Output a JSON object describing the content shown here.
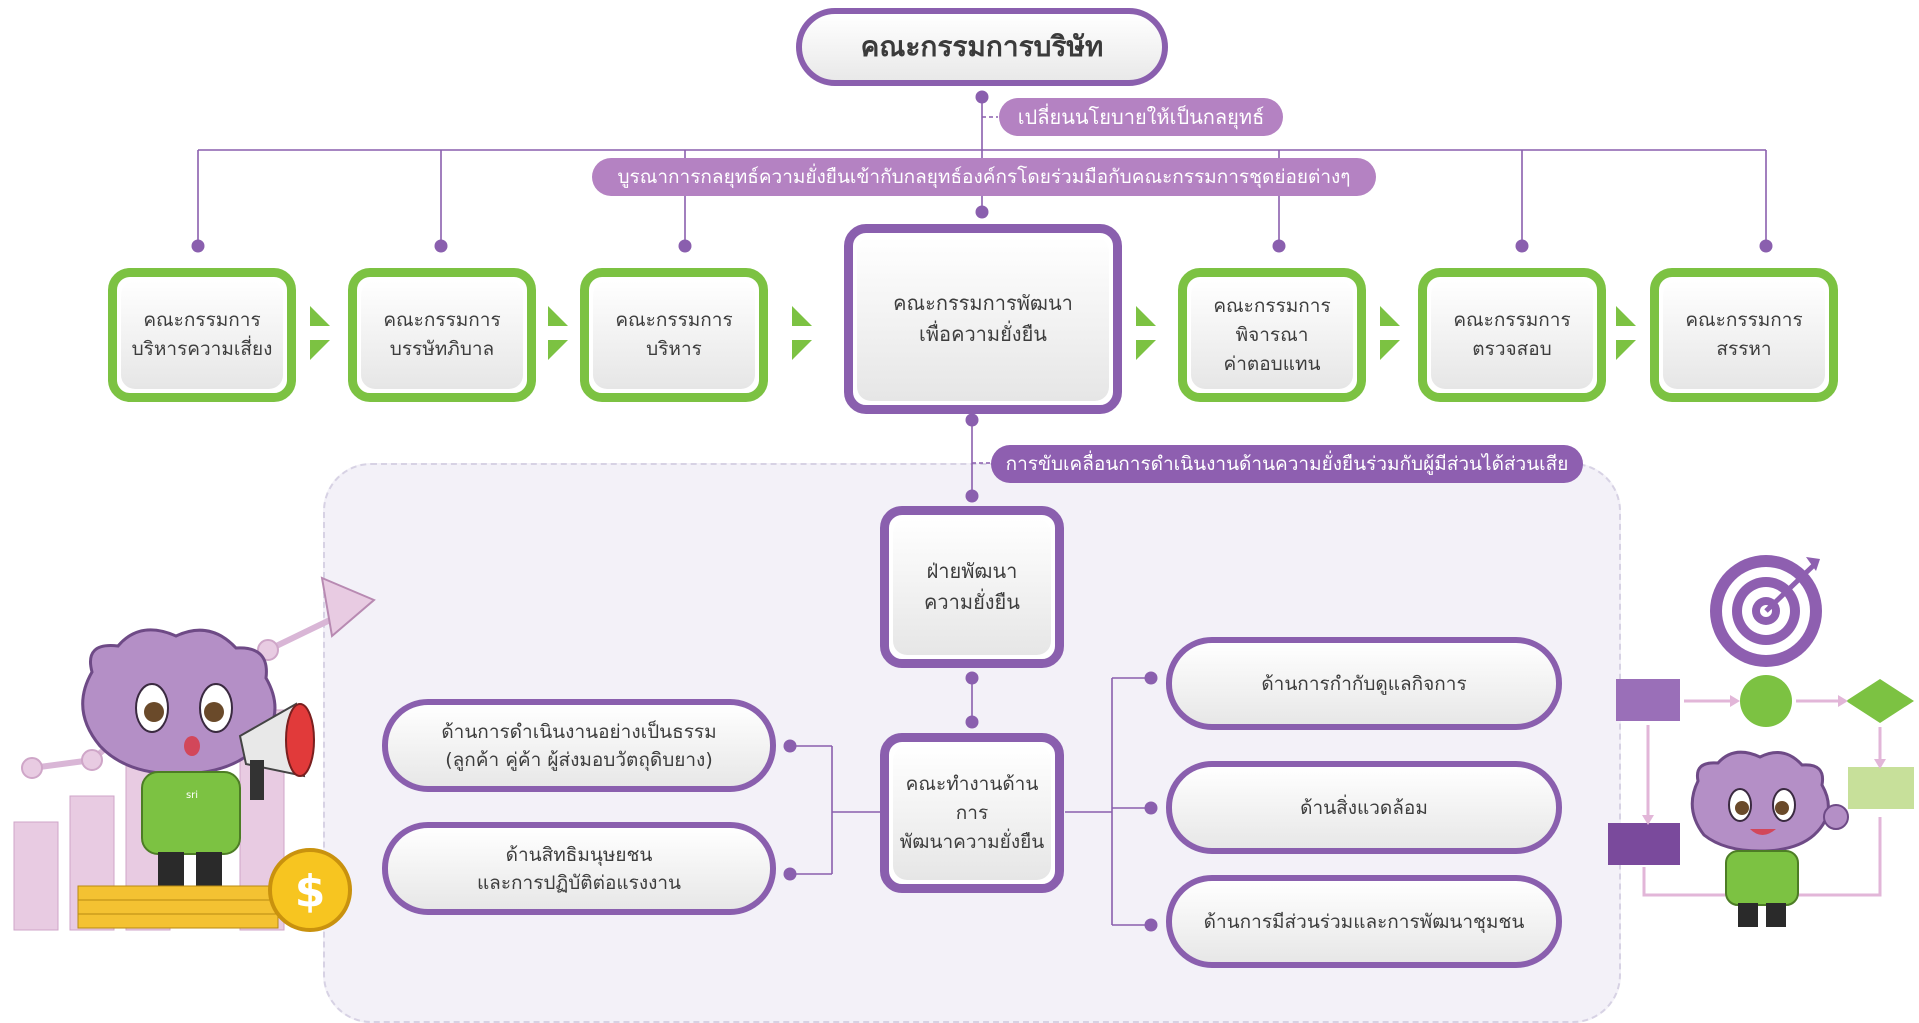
{
  "board": {
    "label": "คณะกรรมการบริษัท"
  },
  "policy_label": "เปลี่ยนนโยบายให้เป็นกลยุทธ์",
  "integration_label": "บูรณาการกลยุทธ์ความยั่งยืนเข้ากับกลยุทธ์องค์กรโดยร่วมมือกับคณะกรรมการชุดย่อยต่างๆ",
  "stakeholder_label": "การขับเคลื่อนการดำเนินงานด้านความยั่งยืนร่วมกับผู้มีส่วนได้ส่วนเสีย",
  "committees": {
    "risk": {
      "line1": "คณะกรรมการ",
      "line2": "บริหารความเสี่ยง"
    },
    "governance": {
      "line1": "คณะกรรมการ",
      "line2": "บรรษัทภิบาล"
    },
    "executive": {
      "line1": "คณะกรรมการ",
      "line2": "บริหาร"
    },
    "sustainability": {
      "line1": "คณะกรรมการพัฒนา",
      "line2": "เพื่อความยั่งยืน"
    },
    "remuneration": {
      "line1": "คณะกรรมการ",
      "line2": "พิจารณา",
      "line3": "ค่าตอบแทน"
    },
    "audit": {
      "line1": "คณะกรรมการ",
      "line2": "ตรวจสอบ"
    },
    "nomination": {
      "line1": "คณะกรรมการ",
      "line2": "สรรหา"
    }
  },
  "department": {
    "line1": "ฝ่ายพัฒนา",
    "line2": "ความยั่งยืน"
  },
  "working_group": {
    "line1": "คณะทำงานด้านการ",
    "line2": "พัฒนาความยั่งยืน"
  },
  "left_areas": {
    "fair_operation": {
      "line1": "ด้านการดำเนินงานอย่างเป็นธรรม",
      "line2": "(ลูกค้า คู่ค้า ผู้ส่งมอบวัตถุดิบยาง)"
    },
    "human_rights": {
      "line1": "ด้านสิทธิมนุษยชน",
      "line2": "และการปฏิบัติต่อแรงงาน"
    }
  },
  "right_areas": {
    "governance": "ด้านการกำกับดูแลกิจการ",
    "environment": "ด้านสิ่งแวดล้อม",
    "community": "ด้านการมีส่วนร่วมและการพัฒนาชุมชน"
  },
  "mascot_logo": "sri",
  "icons": {
    "left": "mascot-megaphone-growth-chart",
    "right": "mascot-target-flowchart",
    "coin_symbol": "$"
  },
  "colors": {
    "purple": "#8a5fae",
    "pill_light": "#b482c2",
    "pill_dark": "#8e5fb0",
    "green": "#7cc242",
    "line": "#8a5fae"
  }
}
